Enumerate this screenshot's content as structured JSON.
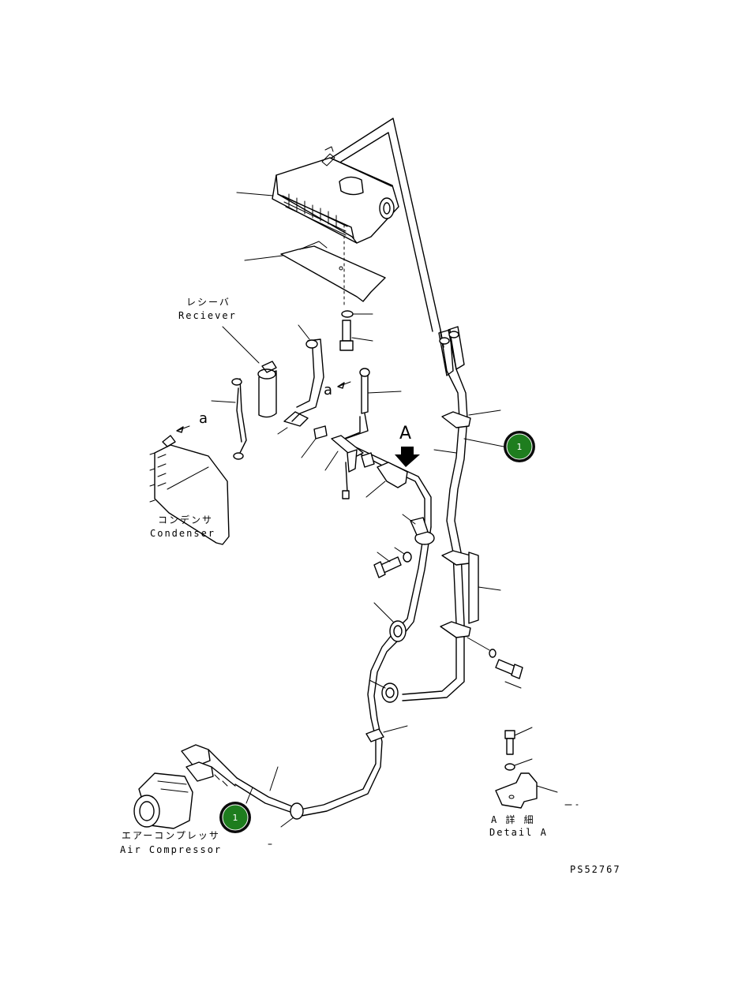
{
  "labels": {
    "receiver_jp": "レシーバ",
    "receiver_en": "Reciever",
    "condenser_jp": "コンデンサ",
    "condenser_en": "Condenser",
    "compressor_jp": "エアーコンプレッサ",
    "compressor_en": "Air Compressor",
    "detail_jp": "A 詳 細",
    "detail_en": "Detail A",
    "view_a_arrow": "A",
    "ref_a_1": "a",
    "ref_a_2": "a",
    "drawing_code": "PS52767"
  },
  "callouts": [
    {
      "number": "1",
      "color": "#1e7d1e"
    },
    {
      "number": "1",
      "color": "#1e7d1e"
    }
  ],
  "colors": {
    "line": "#000000",
    "callout_fill": "#1e7d1e",
    "callout_ring": "#0b0b0b"
  }
}
